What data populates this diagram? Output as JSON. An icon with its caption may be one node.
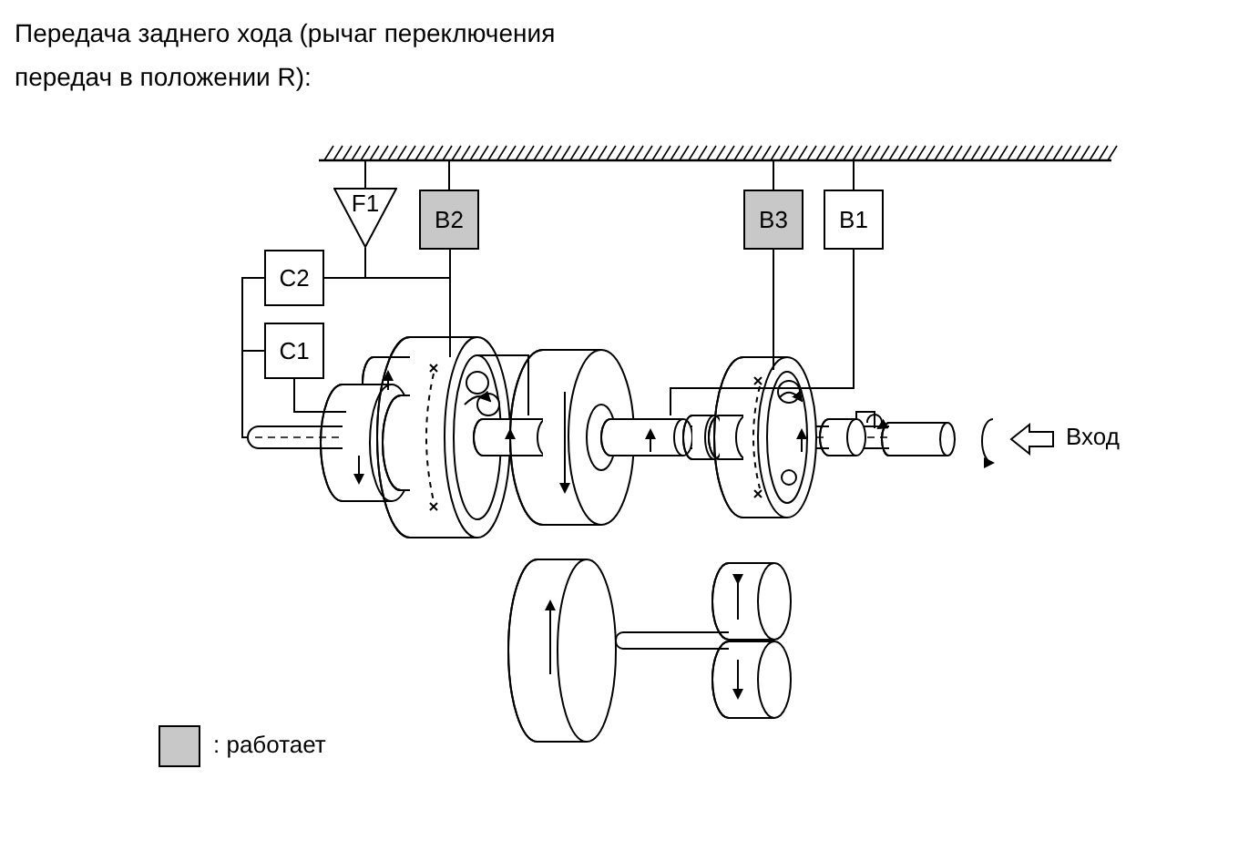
{
  "diagram": {
    "title": "Передача заднего хода (рычаг переключения передач в положении R):",
    "nodes": [
      {
        "text": [
          "F1"
        ]
      },
      {
        "text": [
          "B2"
        ]
      },
      {
        "text": [
          "C2"
        ]
      },
      {
        "text": [
          "C1"
        ]
      },
      {
        "text": [
          "B3"
        ]
      },
      {
        "text": [
          "B1"
        ]
      },
      {
        "text": [],
        "shape": "bar"
      },
      {
        "text": [],
        "shape": "picture"
      }
    ],
    "edges": [
      {
        "from": 2,
        "to": 1,
        "arrow": "none"
      },
      {
        "from": 0,
        "to": 2,
        "arrow": "none"
      },
      {
        "from": 2,
        "to": 3,
        "arrow": "none"
      },
      {
        "from": 6,
        "to": 0,
        "arrow": "none"
      },
      {
        "from": 6,
        "to": 1,
        "arrow": "none"
      },
      {
        "from": 6,
        "to": 4,
        "arrow": "none"
      },
      {
        "from": 6,
        "to": 5,
        "arrow": "none"
      },
      {
        "from": 1,
        "to": 7,
        "arrow": "none"
      },
      {
        "from": 2,
        "to": 7,
        "arrow": "none"
      },
      {
        "from": 3,
        "to": 7,
        "arrow": "none"
      },
      {
        "from": 4,
        "to": 7,
        "arrow": "none"
      },
      {
        "from": 5,
        "to": 7,
        "arrow": "none"
      }
    ],
    "labels": [
      "Вход"
    ],
    "legend": [
      {
        "text": ": работает",
        "color": "#c8c8c8"
      }
    ]
  }
}
